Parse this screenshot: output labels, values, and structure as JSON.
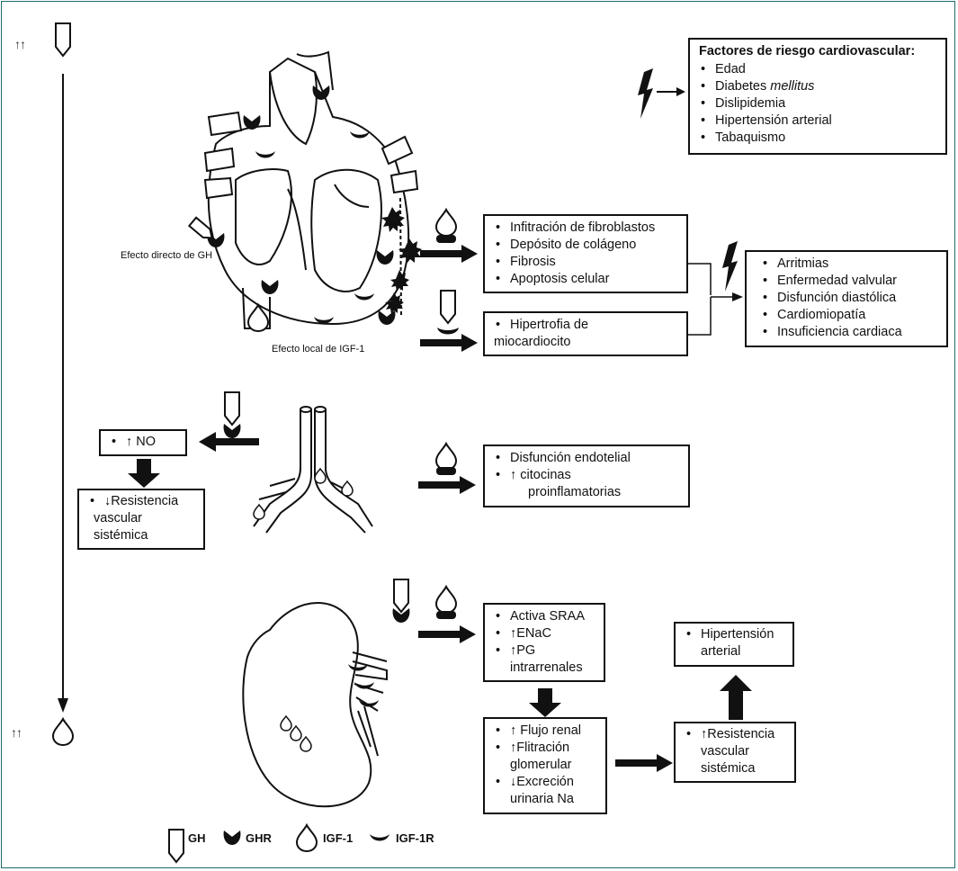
{
  "left_axis": {
    "top_marker": "↑↑",
    "bottom_marker": "↑↑"
  },
  "heart": {
    "label_direct": "Efecto directo de GH",
    "label_local": "Efecto local de IGF-1"
  },
  "risk_factors": {
    "title": "Factores de riesgo cardiovascular:",
    "items": [
      "Edad",
      "Diabetes",
      "Dislipidemia",
      "Hipertensión arterial",
      "Tabaquismo"
    ],
    "italic_suffix": "mellitus"
  },
  "fibrosis_box": {
    "items": [
      "Infitración de fibroblastos",
      "Depósito de colágeno",
      "Fibrosis",
      "Apoptosis celular"
    ]
  },
  "hypertrophy_box": {
    "lines": [
      "Hipertrofia de",
      "miocardiocito"
    ]
  },
  "outcomes_box": {
    "items": [
      "Arritmias",
      "Enfermedad valvular",
      "Disfunción diastólica",
      "Cardiomiopatía",
      "Insuficiencia cardiaca"
    ]
  },
  "no_box": {
    "text": "↑ NO"
  },
  "resistance_low_box": {
    "lines": [
      "↓Resistencia",
      "vascular",
      "sistémica"
    ]
  },
  "endothelial_box": {
    "items": [
      "Disfunción endotelial",
      "↑ citocinas"
    ],
    "continuation": "proinflamatorias"
  },
  "kidney_box": {
    "items": [
      "Activa SRAA",
      "↑ENaC",
      "↑PG"
    ],
    "continuation": "intrarrenales"
  },
  "renal_flow_box": {
    "items": [
      "↑ Flujo renal",
      "↑Flitración",
      "↓Excreción"
    ],
    "continuations": [
      "glomerular",
      "urinaria Na"
    ]
  },
  "resistance_high_box": {
    "lines": [
      "↑Resistencia",
      "vascular",
      "sistémica"
    ]
  },
  "hypertension_box": {
    "lines": [
      "Hipertensión",
      "arterial"
    ]
  },
  "legend": {
    "gh": "GH",
    "ghr": "GHR",
    "igf1": "IGF-1",
    "igf1r": "IGF-1R"
  }
}
